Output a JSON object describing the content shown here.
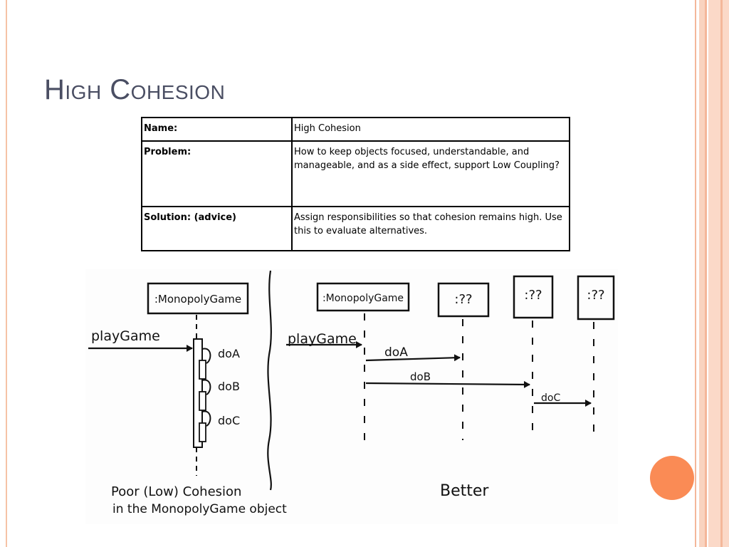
{
  "slide": {
    "title": "High Cohesion"
  },
  "pattern_table": {
    "rows": [
      {
        "key": "Name:",
        "value": "High Cohesion"
      },
      {
        "key": "Problem:",
        "value": "How to keep objects focused, understandable, and manageable, and as a side effect, support Low Coupling?"
      },
      {
        "key": "Solution: (advice)",
        "value": "Assign responsibilities so that cohesion remains high. Use this to evaluate alternatives."
      }
    ]
  },
  "diagram": {
    "left": {
      "object_label": ":MonopolyGame",
      "incoming_message": "playGame",
      "self_messages": [
        "doA",
        "doB",
        "doC"
      ],
      "caption_line1": "Poor (Low) Cohesion",
      "caption_line2": "in the MonopolyGame object"
    },
    "right": {
      "object_label": ":MonopolyGame",
      "incoming_message": "playGame",
      "participants": [
        ":??",
        ":??",
        ":??"
      ],
      "messages": [
        "doA",
        "doB",
        "doC"
      ],
      "caption": "Better"
    }
  },
  "colors": {
    "title": "#4a4e63",
    "accent_orange": "#fa8b55",
    "stripe_peach": "#f4b79a"
  }
}
